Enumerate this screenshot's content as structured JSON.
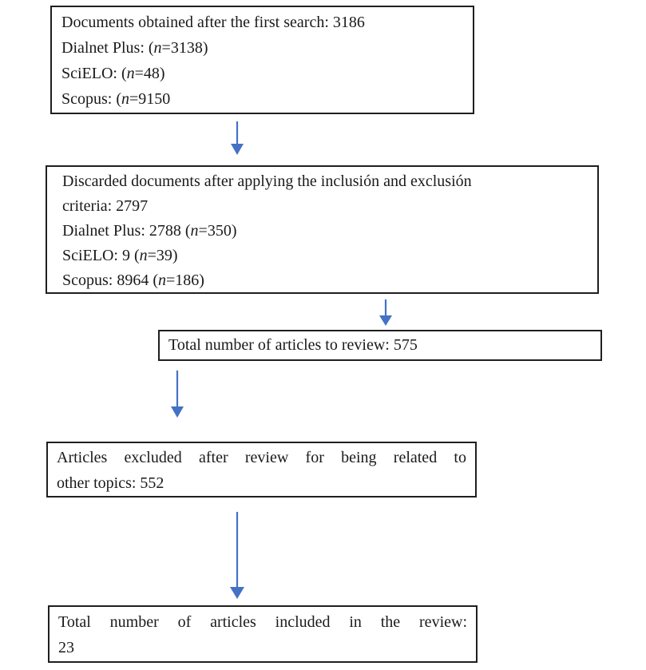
{
  "figure": {
    "type": "flowchart",
    "title": "Document selection flow diagram",
    "colors": {
      "background": "#ffffff",
      "box_border": "#1f1f1f",
      "text": "#1a1a1a",
      "arrow": "#4472C4"
    },
    "boxes": [
      {
        "id": "documents-obtained",
        "lines": [
          [
            "Documents obtained after the first search: 3186"
          ],
          [
            "Dialnet Plus: (",
            {
              "i": "n"
            },
            "=3138)"
          ],
          [
            "SciELO: (",
            {
              "i": "n"
            },
            "=48)"
          ],
          [
            "Scopus: (",
            {
              "i": "n"
            },
            "=9150"
          ]
        ]
      },
      {
        "id": "discarded-documents",
        "lines": [
          [
            "Discarded documents after applying the inclusión and exclusión"
          ],
          [
            "criteria: 2797"
          ],
          [
            "Dialnet Plus: 2788 (",
            {
              "i": "n"
            },
            "=350)"
          ],
          [
            "SciELO: 9 (",
            {
              "i": "n"
            },
            "=39)"
          ],
          [
            "Scopus: 8964 (",
            {
              "i": "n"
            },
            "=186)"
          ]
        ]
      },
      {
        "id": "articles-to-review",
        "lines": [
          [
            "Total number of articles to review: 575"
          ]
        ]
      },
      {
        "id": "articles-excluded",
        "lines": [
          [
            "Articles excluded after review for being related to"
          ],
          [
            "other topics: 552"
          ]
        ]
      },
      {
        "id": "articles-included",
        "lines": [
          [
            "Total number of articles included in the review:"
          ],
          [
            "23"
          ]
        ]
      }
    ],
    "arrows": [
      {
        "name": "arrow-down-1",
        "from": "documents-obtained",
        "to": "discarded-documents"
      },
      {
        "name": "arrow-down-2",
        "from": "discarded-documents",
        "to": "articles-to-review"
      },
      {
        "name": "arrow-down-3",
        "from": "articles-to-review",
        "to": "articles-excluded"
      },
      {
        "name": "arrow-down-4",
        "from": "articles-excluded",
        "to": "articles-included"
      }
    ]
  }
}
